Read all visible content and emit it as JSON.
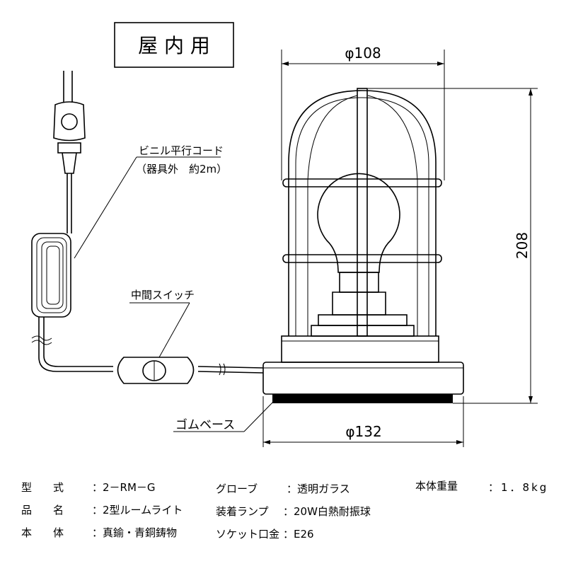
{
  "title": "屋 内 用",
  "labels": {
    "cord_line1": "ビニル平行コード",
    "cord_line2": "（器具外　約2m）",
    "switch": "中間スイッチ",
    "rubber_base": "ゴムベース"
  },
  "dimensions": {
    "globe_diameter": "φ108",
    "height": "208",
    "base_diameter": "φ132"
  },
  "specs": [
    {
      "label": "型　　式",
      "value": "：2－RM－G"
    },
    {
      "label": "品　　名",
      "value": "：2型ルームライト"
    },
    {
      "label": "本　　体",
      "value": "：真鍮・青銅鋳物"
    },
    {
      "label": "グローブ",
      "value": "：透明ガラス"
    },
    {
      "label": "装着ランプ",
      "value": "：20W白熱耐振球"
    },
    {
      "label": "ソケット口金",
      "value": "：E26"
    },
    {
      "label": "本体重量",
      "value": "：1．8kg"
    }
  ]
}
